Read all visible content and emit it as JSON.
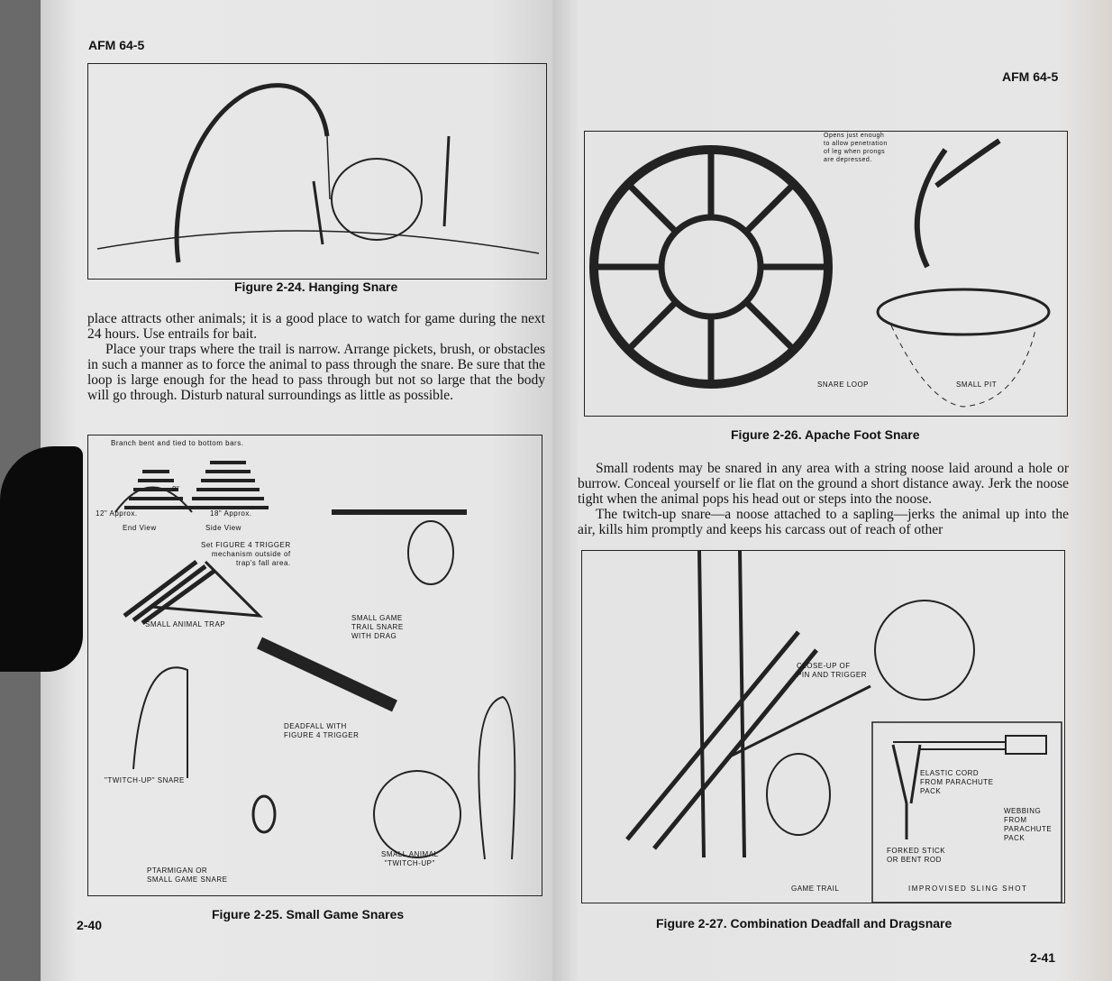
{
  "left_page": {
    "header": "AFM 64-5",
    "figure_24": {
      "caption": "Figure 2-24.  Hanging Snare"
    },
    "paragraphs": [
      "place attracts other animals; it is a good place to watch for game during the next 24 hours. Use entrails for bait.",
      "Place your traps where the trail is narrow. Arrange pickets, brush, or obstacles in such a manner as to force the animal to pass through the snare. Be sure that the loop is large enough for the head to pass through but not so large that the body will go through. Disturb natural surroundings as little as possible."
    ],
    "figure_25": {
      "caption": "Figure 2-25.  Small Game Snares",
      "labels": {
        "branch": "Branch bent and tied to bottom bars.",
        "width12": "12\" Approx.",
        "height8": "8\"",
        "width18": "18\" Approx.",
        "end_view": "End View",
        "side_view": "Side View",
        "trigger_note": "Set FIGURE 4 TRIGGER\nmechanism outside of\ntrap's fall area.",
        "small_animal_trap": "SMALL ANIMAL TRAP",
        "trail_snare": "SMALL GAME\nTRAIL SNARE\nWITH DRAG",
        "deadfall": "DEADFALL WITH\nFIGURE 4 TRIGGER",
        "twitch_up": "\"TWITCH-UP\" SNARE",
        "ptarmigan": "PTARMIGAN OR\nSMALL GAME SNARE",
        "small_animal_twitch": "SMALL ANIMAL\n\"TWITCH-UP\""
      }
    },
    "page_number": "2-40"
  },
  "right_page": {
    "header": "AFM 64-5",
    "figure_26": {
      "caption": "Figure 2-26.  Apache Foot Snare",
      "labels": {
        "opens": "Opens just enough\nto allow penetration\nof leg when prongs\nare depressed.",
        "snare_loop": "SNARE LOOP",
        "small_pit": "SMALL PIT"
      }
    },
    "paragraphs": [
      "Small rodents may be snared in any area with a string noose laid around a hole or burrow. Conceal yourself or lie flat on the ground a short distance away. Jerk the noose tight when the animal pops his head out or steps into the noose.",
      "The twitch-up snare—a noose attached to a sapling—jerks the animal up into the air, kills him promptly and keeps his carcass out of reach of other"
    ],
    "figure_27": {
      "caption": "Figure 2-27.  Combination Deadfall and Dragsnare",
      "labels": {
        "closeup": "CLOSE-UP OF\nPIN AND TRIGGER",
        "game_trail": "GAME TRAIL",
        "elastic": "ELASTIC CORD\nFROM PARACHUTE\nPACK",
        "webbing": "WEBBING\nFROM\nPARACHUTE\nPACK",
        "forked": "FORKED STICK\nOR BENT ROD",
        "sling_shot": "IMPROVISED SLING SHOT"
      }
    },
    "page_number": "2-41"
  }
}
